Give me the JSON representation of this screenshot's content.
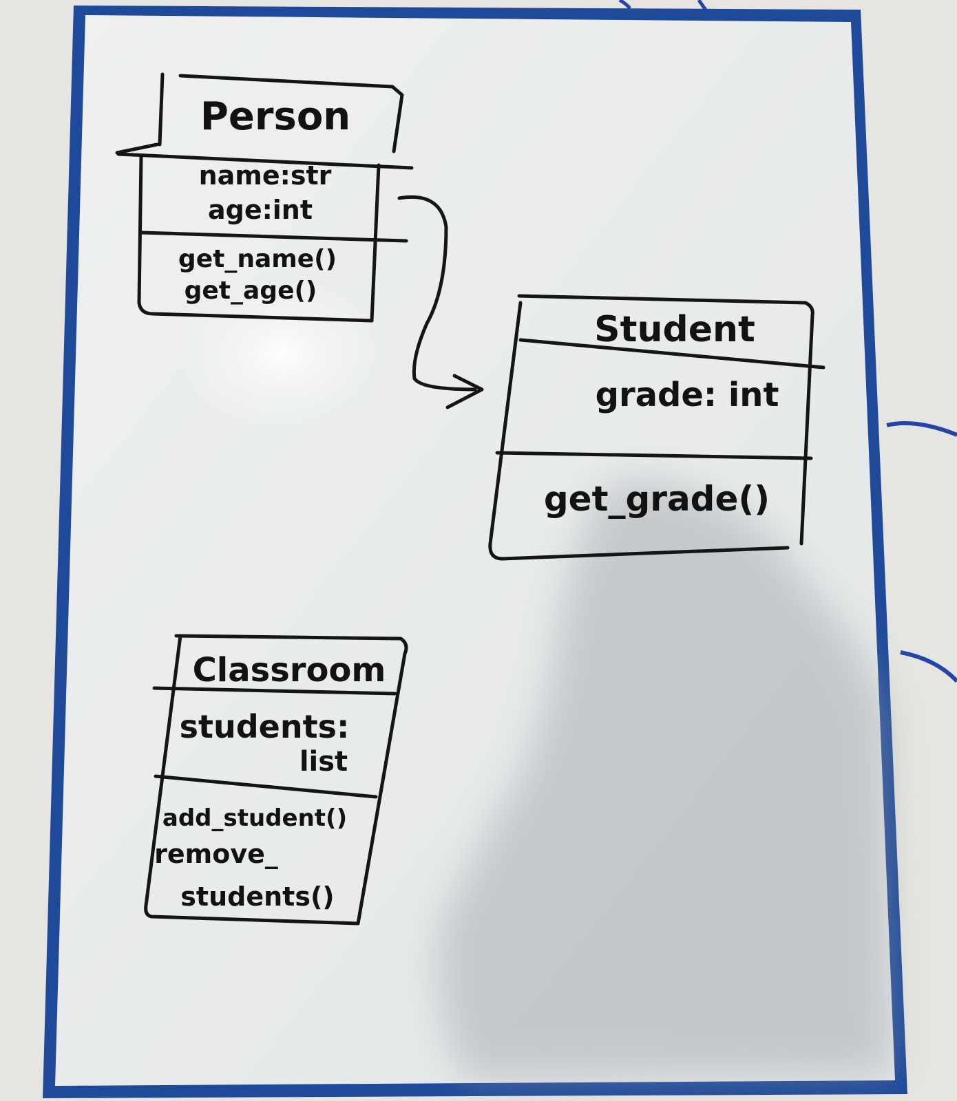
{
  "colors": {
    "frame": "#1f4a9a",
    "board": "#e9eced",
    "ink": "#151515",
    "wall": "#e6e5e1"
  },
  "diagram": {
    "type": "uml-class-diagram-whiteboard",
    "classes": [
      {
        "id": "person",
        "name": "Person",
        "attributes": [
          "name:str",
          "age:int"
        ],
        "methods": [
          "get_name()",
          "get_age()"
        ]
      },
      {
        "id": "student",
        "name": "Student",
        "attributes": [
          "grade: int"
        ],
        "methods": [
          "get_grade()"
        ]
      },
      {
        "id": "classroom",
        "name": "Classroom",
        "attributes": [
          "students:",
          "list"
        ],
        "methods": [
          "add_student()",
          "remove_",
          "students()"
        ]
      }
    ],
    "relations": [
      {
        "from": "person",
        "to": "student",
        "kind": "arrow"
      }
    ]
  }
}
